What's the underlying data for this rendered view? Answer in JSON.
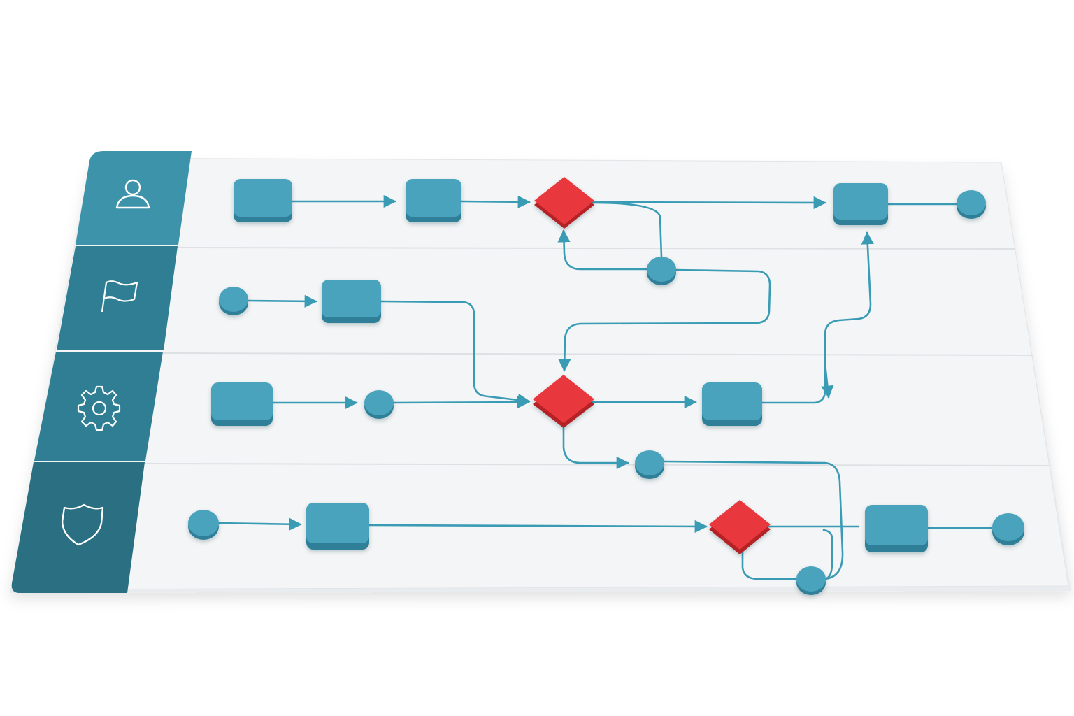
{
  "colors": {
    "lane_header": "#3d8fa5",
    "lane_header_dark": "#2d6f82",
    "node": "#4aa3bd",
    "node_shadow": "#2f7f97",
    "decision": "#e8383d",
    "decision_shadow": "#b52226",
    "connector": "#3a9bb5",
    "board": "#f4f5f6",
    "lane_divider": "#dde1e4"
  },
  "lanes": [
    {
      "id": "lane-user",
      "icon": "user-icon"
    },
    {
      "id": "lane-flag",
      "icon": "flag-icon"
    },
    {
      "id": "lane-settings",
      "icon": "gear-icon"
    },
    {
      "id": "lane-security",
      "icon": "shield-icon"
    }
  ],
  "nodes": [
    {
      "id": "n1",
      "type": "task",
      "lane": 1
    },
    {
      "id": "n2",
      "type": "task",
      "lane": 1
    },
    {
      "id": "d1",
      "type": "decision",
      "lane": 1
    },
    {
      "id": "n3",
      "type": "task",
      "lane": 1
    },
    {
      "id": "e1",
      "type": "event",
      "lane": 1
    },
    {
      "id": "c1",
      "type": "event",
      "lane": 1
    },
    {
      "id": "s2",
      "type": "event",
      "lane": 2
    },
    {
      "id": "n4",
      "type": "task",
      "lane": 2
    },
    {
      "id": "n5",
      "type": "task",
      "lane": 3
    },
    {
      "id": "c2",
      "type": "event",
      "lane": 3
    },
    {
      "id": "d2",
      "type": "decision",
      "lane": 3
    },
    {
      "id": "n6",
      "type": "task",
      "lane": 3
    },
    {
      "id": "c3",
      "type": "event",
      "lane": 3
    },
    {
      "id": "s4",
      "type": "event",
      "lane": 4
    },
    {
      "id": "n7",
      "type": "task",
      "lane": 4
    },
    {
      "id": "d3",
      "type": "decision",
      "lane": 4
    },
    {
      "id": "n8",
      "type": "task",
      "lane": 4
    },
    {
      "id": "e4",
      "type": "event",
      "lane": 4
    },
    {
      "id": "c4",
      "type": "event",
      "lane": 4
    }
  ],
  "edges": [
    {
      "from": "n1",
      "to": "n2"
    },
    {
      "from": "n2",
      "to": "d1"
    },
    {
      "from": "d1",
      "to": "n3"
    },
    {
      "from": "n3",
      "to": "e1"
    },
    {
      "from": "d1",
      "to": "c1"
    },
    {
      "from": "c1",
      "to": "d1"
    },
    {
      "from": "c1",
      "to": "d2"
    },
    {
      "from": "s2",
      "to": "n4"
    },
    {
      "from": "n4",
      "to": "d2"
    },
    {
      "from": "n5",
      "to": "c2"
    },
    {
      "from": "c2",
      "to": "d2"
    },
    {
      "from": "d2",
      "to": "n6"
    },
    {
      "from": "n6",
      "to": "n3"
    },
    {
      "from": "d2",
      "to": "c3"
    },
    {
      "from": "c3",
      "to": "d3"
    },
    {
      "from": "s4",
      "to": "n7"
    },
    {
      "from": "n7",
      "to": "d3"
    },
    {
      "from": "d3",
      "to": "c4"
    },
    {
      "from": "c4",
      "to": "n8"
    },
    {
      "from": "n8",
      "to": "e4"
    }
  ]
}
